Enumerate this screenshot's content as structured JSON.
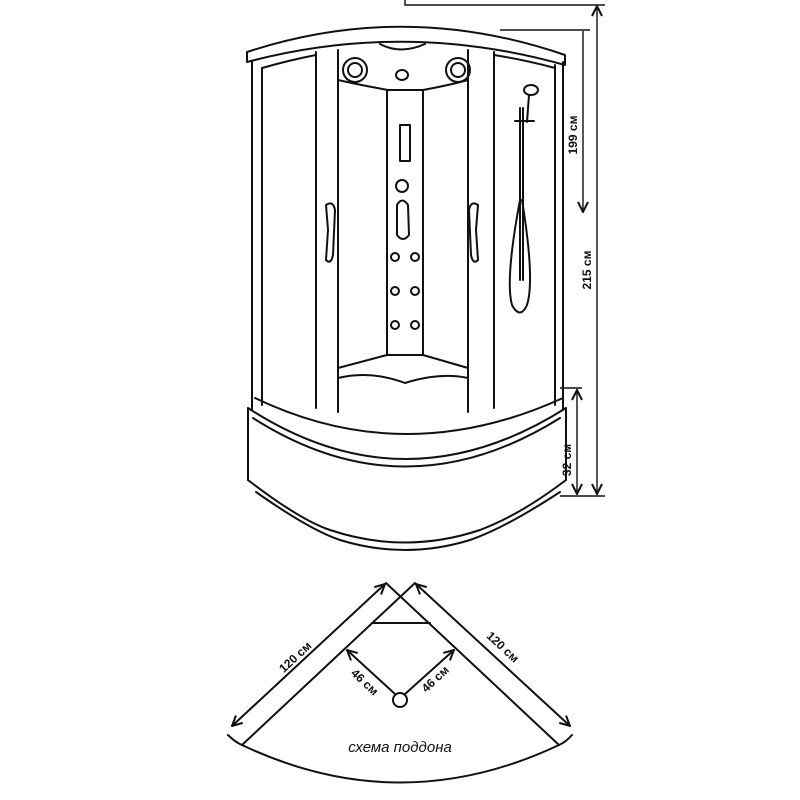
{
  "dimensions": {
    "inner_height": "199 см",
    "total_height": "215 см",
    "tray_height": "32 см",
    "side_left": "120 см",
    "side_right": "120 см",
    "drain_left": "46 см",
    "drain_right": "46 см"
  },
  "tray_caption": "схема поддона"
}
